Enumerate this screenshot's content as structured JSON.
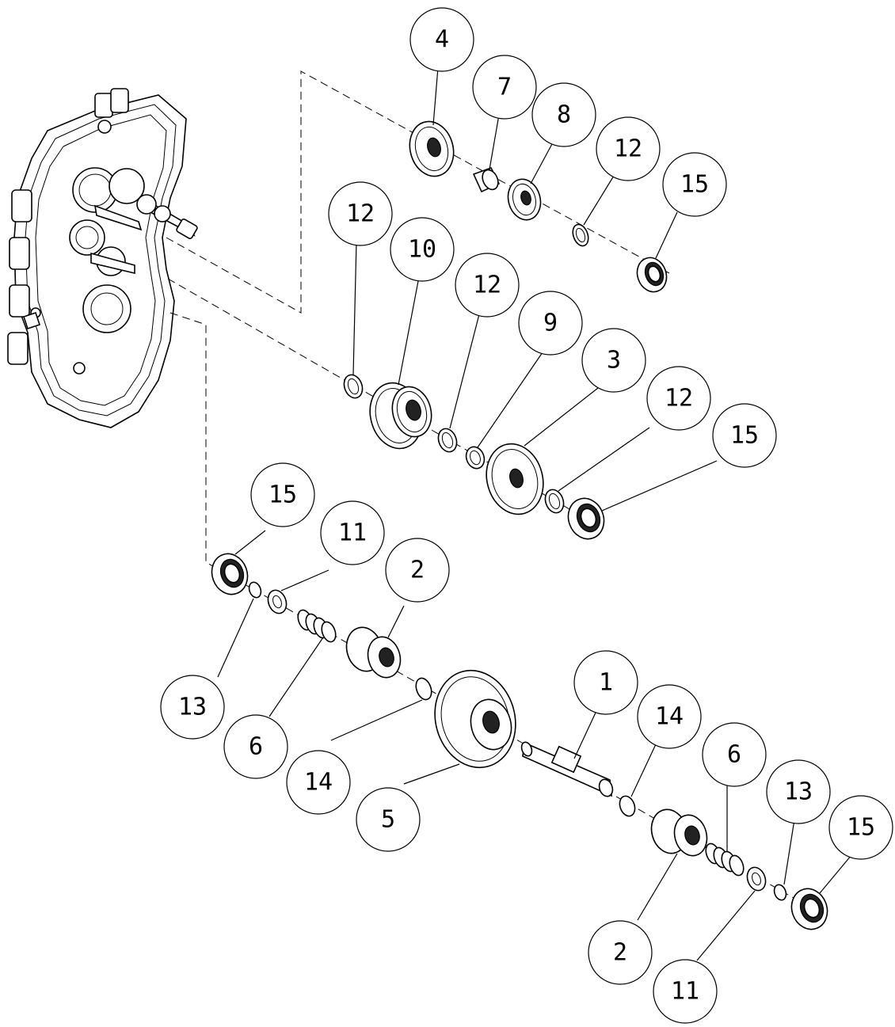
{
  "callouts": [
    {
      "id": "c4a",
      "label": "4"
    },
    {
      "id": "c7a",
      "label": "7"
    },
    {
      "id": "c8a",
      "label": "8"
    },
    {
      "id": "c12a",
      "label": "12"
    },
    {
      "id": "c15a",
      "label": "15"
    },
    {
      "id": "c12b",
      "label": "12"
    },
    {
      "id": "c10a",
      "label": "10"
    },
    {
      "id": "c12c",
      "label": "12"
    },
    {
      "id": "c9a",
      "label": "9"
    },
    {
      "id": "c3a",
      "label": "3"
    },
    {
      "id": "c12d",
      "label": "12"
    },
    {
      "id": "c15b",
      "label": "15"
    },
    {
      "id": "c15c",
      "label": "15"
    },
    {
      "id": "c11a",
      "label": "11"
    },
    {
      "id": "c2a",
      "label": "2"
    },
    {
      "id": "c13a",
      "label": "13"
    },
    {
      "id": "c6a",
      "label": "6"
    },
    {
      "id": "c14a",
      "label": "14"
    },
    {
      "id": "c5a",
      "label": "5"
    },
    {
      "id": "c1a",
      "label": "1"
    },
    {
      "id": "c14b",
      "label": "14"
    },
    {
      "id": "c6b",
      "label": "6"
    },
    {
      "id": "c13b",
      "label": "13"
    },
    {
      "id": "c15d",
      "label": "15"
    },
    {
      "id": "c2b",
      "label": "2"
    },
    {
      "id": "c11b",
      "label": "11"
    }
  ]
}
